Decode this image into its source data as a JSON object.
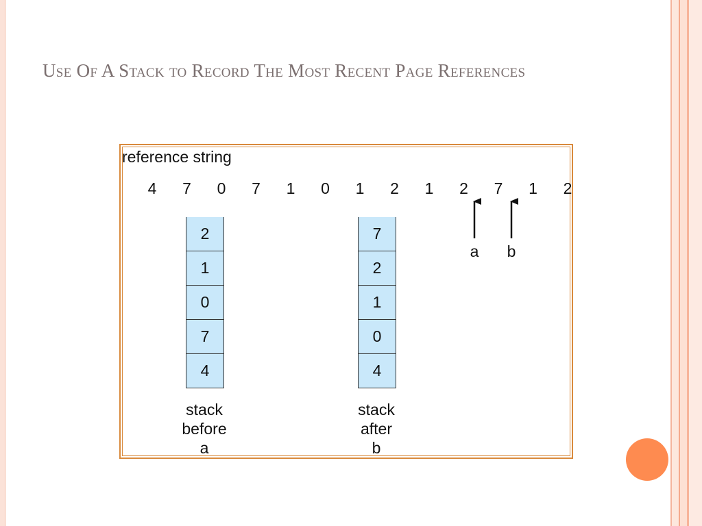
{
  "slide": {
    "title": "Use Of A Stack to Record The Most Recent Page References"
  },
  "diagram": {
    "reference_label": "reference string",
    "reference_string": [
      "4",
      "7",
      "0",
      "7",
      "1",
      "0",
      "1",
      "2",
      "1",
      "2",
      "7",
      "1",
      "2"
    ],
    "stack_before": {
      "cells": [
        "2",
        "1",
        "0",
        "7",
        "4"
      ],
      "caption": [
        "stack",
        "before",
        "a"
      ]
    },
    "stack_after": {
      "cells": [
        "7",
        "2",
        "1",
        "0",
        "4"
      ],
      "caption": [
        "stack",
        "after",
        "b"
      ]
    },
    "markers": [
      {
        "label": "a",
        "ref_index": 9
      },
      {
        "label": "b",
        "ref_index": 10
      }
    ]
  },
  "colors": {
    "title": "#7b6f6f",
    "frame_border": "#d98a3c",
    "cell_fill": "#c9e8fa",
    "accent_dot": "#fe8b50"
  }
}
